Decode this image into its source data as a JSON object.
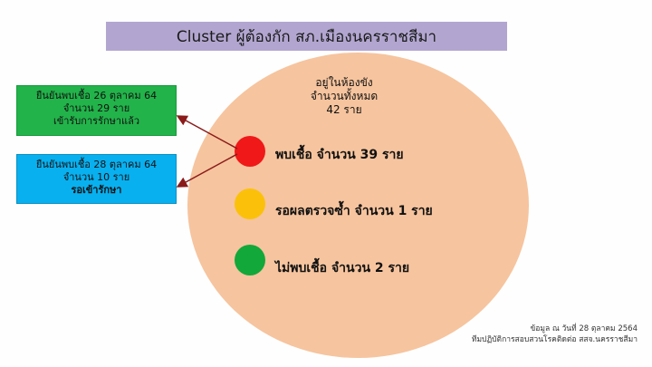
{
  "title": "Cluster ผู้ต้องกัก สภ.เมืองนครราชสีมา",
  "center": {
    "line1": "อยู่ในห้องขัง",
    "line2": "จำนวนทั้งหมด",
    "line3": "42 ราย"
  },
  "statuses": [
    {
      "label": "พบเชื้อ  จำนวน 39 ราย",
      "color": "#f01818"
    },
    {
      "label": "รอผลตรวจซ้ำ  จำนวน 1 ราย",
      "color": "#fbc10a"
    },
    {
      "label": "ไม่พบเชื้อ จำนวน 2 ราย",
      "color": "#12a83a"
    }
  ],
  "boxes": {
    "green": {
      "line1": "ยืนยันพบเชื้อ 26 ตุลาคม 64",
      "line2": "จำนวน 29 ราย",
      "line3": "เข้ารับการรักษาแล้ว"
    },
    "blue": {
      "line1": "ยืนยันพบเชื้อ 28 ตุลาคม 64",
      "line2": "จำนวน 10 ราย",
      "line3": "รอเข้ารักษา"
    }
  },
  "footer": {
    "line1": "ข้อมูล ณ วันที่  28 ตุลาคม 2564",
    "line2": "ทีมปฏิบัติการสอบสวนโรคติดต่อ สสจ.นครราชสีมา"
  }
}
